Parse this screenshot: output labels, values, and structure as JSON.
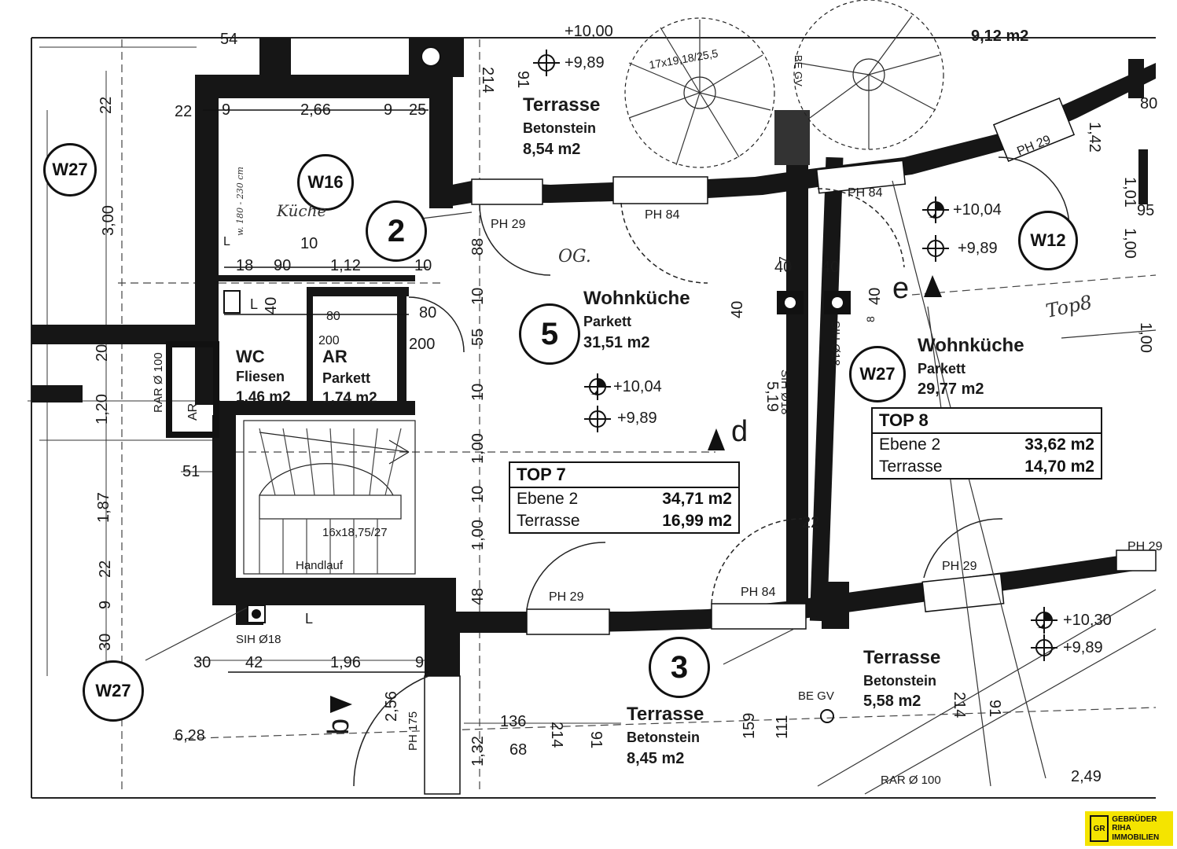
{
  "circles": {
    "w27_a": "W27",
    "w16": "W16",
    "w12": "W12",
    "w27_b": "W27",
    "w27_c": "W27",
    "n2": "2",
    "n5": "5",
    "n3": "3"
  },
  "rooms": {
    "wohnkueche7": {
      "title": "Wohnküche",
      "floor": "Parkett",
      "area": "31,51 m2"
    },
    "wohnkueche8": {
      "title": "Wohnküche",
      "floor": "Parkett",
      "area": "29,77 m2"
    },
    "wc": {
      "title": "WC",
      "floor": "Fliesen",
      "area": "1,46 m2"
    },
    "ar": {
      "title": "AR",
      "floor": "Parkett",
      "area": "1,74 m2"
    },
    "terrasse_top": {
      "title": "Terrasse",
      "floor": "Betonstein",
      "area": "8,54 m2"
    },
    "terrasse_bottom": {
      "title": "Terrasse",
      "floor": "Betonstein",
      "area": "8,45 m2"
    },
    "terrasse_right": {
      "title": "Terrasse",
      "floor": "Betonstein",
      "area": "5,58 m2"
    }
  },
  "top7": {
    "title": "TOP 7",
    "r1_label": "Ebene 2",
    "r1_value": "34,71 m2",
    "r2_label": "Terrasse",
    "r2_value": "16,99 m2"
  },
  "top8": {
    "title": "TOP 8",
    "r1_label": "Ebene 2",
    "r1_value": "33,62 m2",
    "r2_label": "Terrasse",
    "r2_value": "14,70 m2"
  },
  "levels": {
    "l1": "+9,89",
    "l2": "+10,04",
    "l3": "+9,89",
    "l4": "+10,04",
    "l5": "+9,89",
    "l6": "+10,30",
    "l7": "+9,89",
    "top_cut": "+10,00"
  },
  "doors": {
    "d1": "PH 29",
    "d2": "PH 84",
    "d3": "PH 84",
    "d4": "PH 29",
    "d5": "PH 29",
    "d6": "PH 84",
    "d7": "PH 29",
    "d8": "PH 175",
    "d9": "PH 29"
  },
  "misc": {
    "stair": "16x18,75/27",
    "handlauf": "Handlauf",
    "sih1": "SIH Ø18",
    "sih2": "SIH Ø18",
    "sih3": "SIH Ø18",
    "rar1": "RAR Ø 100",
    "rar2": "RAR Ø 100",
    "ar_small": "AR",
    "begv1": "BE GV",
    "begv2": "BE GV",
    "stair_top": "17x19,18/25,5",
    "marker_d": "d",
    "marker_e": "e",
    "marker_b": "b",
    "hand_kueche": "Küche",
    "hand_og": "OG.",
    "hand_top8": "Top8",
    "hand_note": "w. 180 - 230 cm",
    "l1": "L",
    "l2": "L",
    "l3": "L"
  },
  "dims": {
    "d_22a": "22",
    "d_22b": "22",
    "d_9a": "9",
    "d_266": "2,66",
    "d_9b": "9",
    "d_25": "25",
    "d_300": "3,00",
    "d_10a": "10",
    "d_18": "18",
    "d_90": "90",
    "d_112": "1,12",
    "d_10b": "10",
    "d_40a": "40",
    "d_80a": "80",
    "d_80b": "80",
    "d_200a": "200",
    "d_200b": "200",
    "d_20": "20",
    "d_120": "1,20",
    "d_51": "51",
    "d_187": "1,87",
    "d_22c": "22",
    "d_9c": "9",
    "d_30a": "30",
    "d_30b": "30",
    "d_42": "42",
    "d_196": "1,96",
    "d_9d": "9",
    "d_628": "6,28",
    "d_256": "2,56",
    "d_136": "136",
    "d_68": "68",
    "d_132": "1,32",
    "d_214a": "214",
    "d_91a": "91",
    "d_88": "88",
    "d_10c": "10",
    "d_55": "55",
    "d_10d": "10",
    "d_100a": "1,00",
    "d_10e": "10",
    "d_100b": "1,00",
    "d_48": "48",
    "d_214b": "214",
    "d_91b": "91",
    "d_40b": "40",
    "d_40c": "40",
    "d_40d": "40",
    "d_40e": "40",
    "d_7": "7",
    "d_8": "8",
    "d_519": "5,19",
    "d_22d": "22",
    "d_159": "159",
    "d_111": "111",
    "d_214c": "214",
    "d_91c": "91",
    "d_249": "2,49",
    "d_142": "1,42",
    "d_101": "1,01",
    "d_100c": "1,00",
    "d_100d": "1,00",
    "d_95": "95",
    "d_80c": "80",
    "d_54": "54",
    "d_912": "9,12 m2"
  },
  "logo": {
    "mark": "GR",
    "line1": "GEBRÜDER RIHA",
    "line2": "IMMOBILIEN"
  }
}
